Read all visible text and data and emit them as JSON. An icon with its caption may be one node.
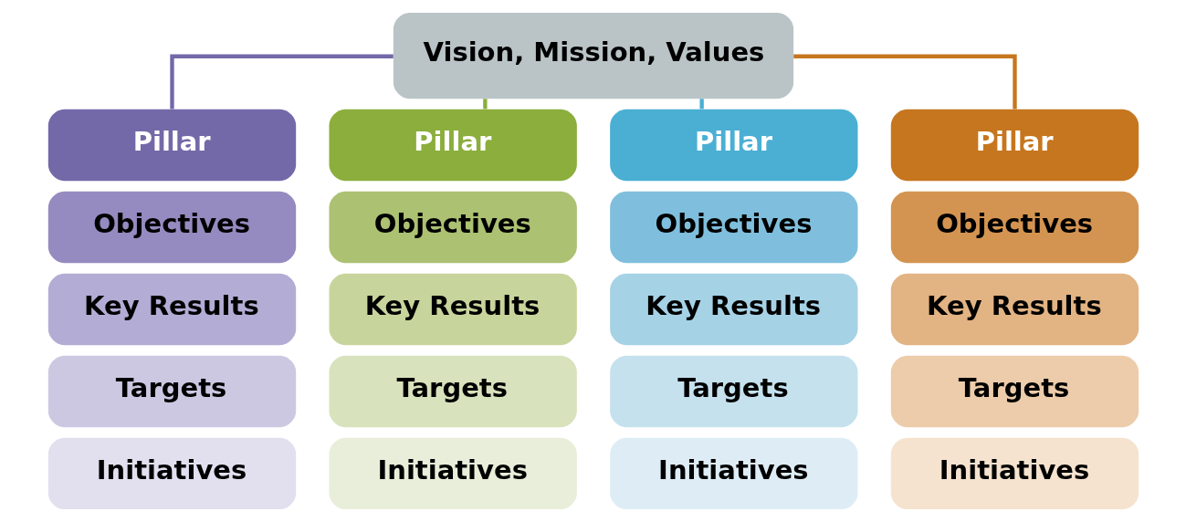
{
  "diagram": {
    "nodes": [
      {
        "text": [
          "Vision, Mission, Values"
        ]
      },
      {
        "text": [
          "Pillar"
        ]
      },
      {
        "text": [
          "Objectives"
        ]
      },
      {
        "text": [
          "Key Results"
        ]
      },
      {
        "text": [
          "Targets"
        ]
      },
      {
        "text": [
          "Initiatives"
        ]
      },
      {
        "text": [
          "Pillar"
        ]
      },
      {
        "text": [
          "Objectives"
        ]
      },
      {
        "text": [
          "Key Results"
        ]
      },
      {
        "text": [
          "Targets"
        ]
      },
      {
        "text": [
          "Initiatives"
        ]
      },
      {
        "text": [
          "Pillar"
        ]
      },
      {
        "text": [
          "Objectives"
        ]
      },
      {
        "text": [
          "Key Results"
        ]
      },
      {
        "text": [
          "Targets"
        ]
      },
      {
        "text": [
          "Initiatives"
        ]
      },
      {
        "text": [
          "Pillar"
        ]
      },
      {
        "text": [
          "Objectives"
        ]
      },
      {
        "text": [
          "Key Results"
        ]
      },
      {
        "text": [
          "Targets"
        ]
      },
      {
        "text": [
          "Initiatives"
        ]
      }
    ],
    "edges": [
      {
        "from": 0,
        "to": 1,
        "arrow": "none",
        "color": "#7369a8"
      },
      {
        "from": 0,
        "to": 6,
        "arrow": "none",
        "color": "#8bae3c"
      },
      {
        "from": 0,
        "to": 11,
        "arrow": "none",
        "color": "#4aafd3"
      },
      {
        "from": 0,
        "to": 16,
        "arrow": "none",
        "color": "#c6761e"
      }
    ]
  }
}
